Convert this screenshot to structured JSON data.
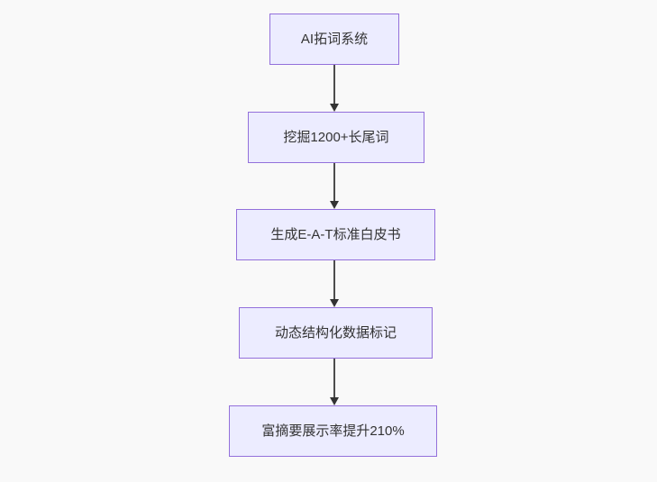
{
  "diagram": {
    "type": "flowchart",
    "direction": "top-down",
    "nodes": [
      {
        "id": "node-1",
        "label": "AI拓词系统"
      },
      {
        "id": "node-2",
        "label": "挖掘1200+长尾词"
      },
      {
        "id": "node-3",
        "label": "生成E-A-T标准白皮书"
      },
      {
        "id": "node-4",
        "label": "动态结构化数据标记"
      },
      {
        "id": "node-5",
        "label": "富摘要展示率提升210%"
      }
    ],
    "edges": [
      {
        "from": "AI拓词系统",
        "to": "挖掘1200+长尾词",
        "style": "solid-arrow-down"
      },
      {
        "from": "挖掘1200+长尾词",
        "to": "生成E-A-T标准白皮书",
        "style": "solid-arrow-down"
      },
      {
        "from": "生成E-A-T标准白皮书",
        "to": "动态结构化数据标记",
        "style": "solid-arrow-down"
      },
      {
        "from": "动态结构化数据标记",
        "to": "富摘要展示率提升210%",
        "style": "solid-arrow-down"
      }
    ],
    "colors": {
      "node_fill": "#ECECFF",
      "node_border": "#9370DB",
      "edge_line": "#4d4d4d",
      "arrowhead": "#333333",
      "text": "#333333",
      "background": "#f9f9f9"
    }
  }
}
